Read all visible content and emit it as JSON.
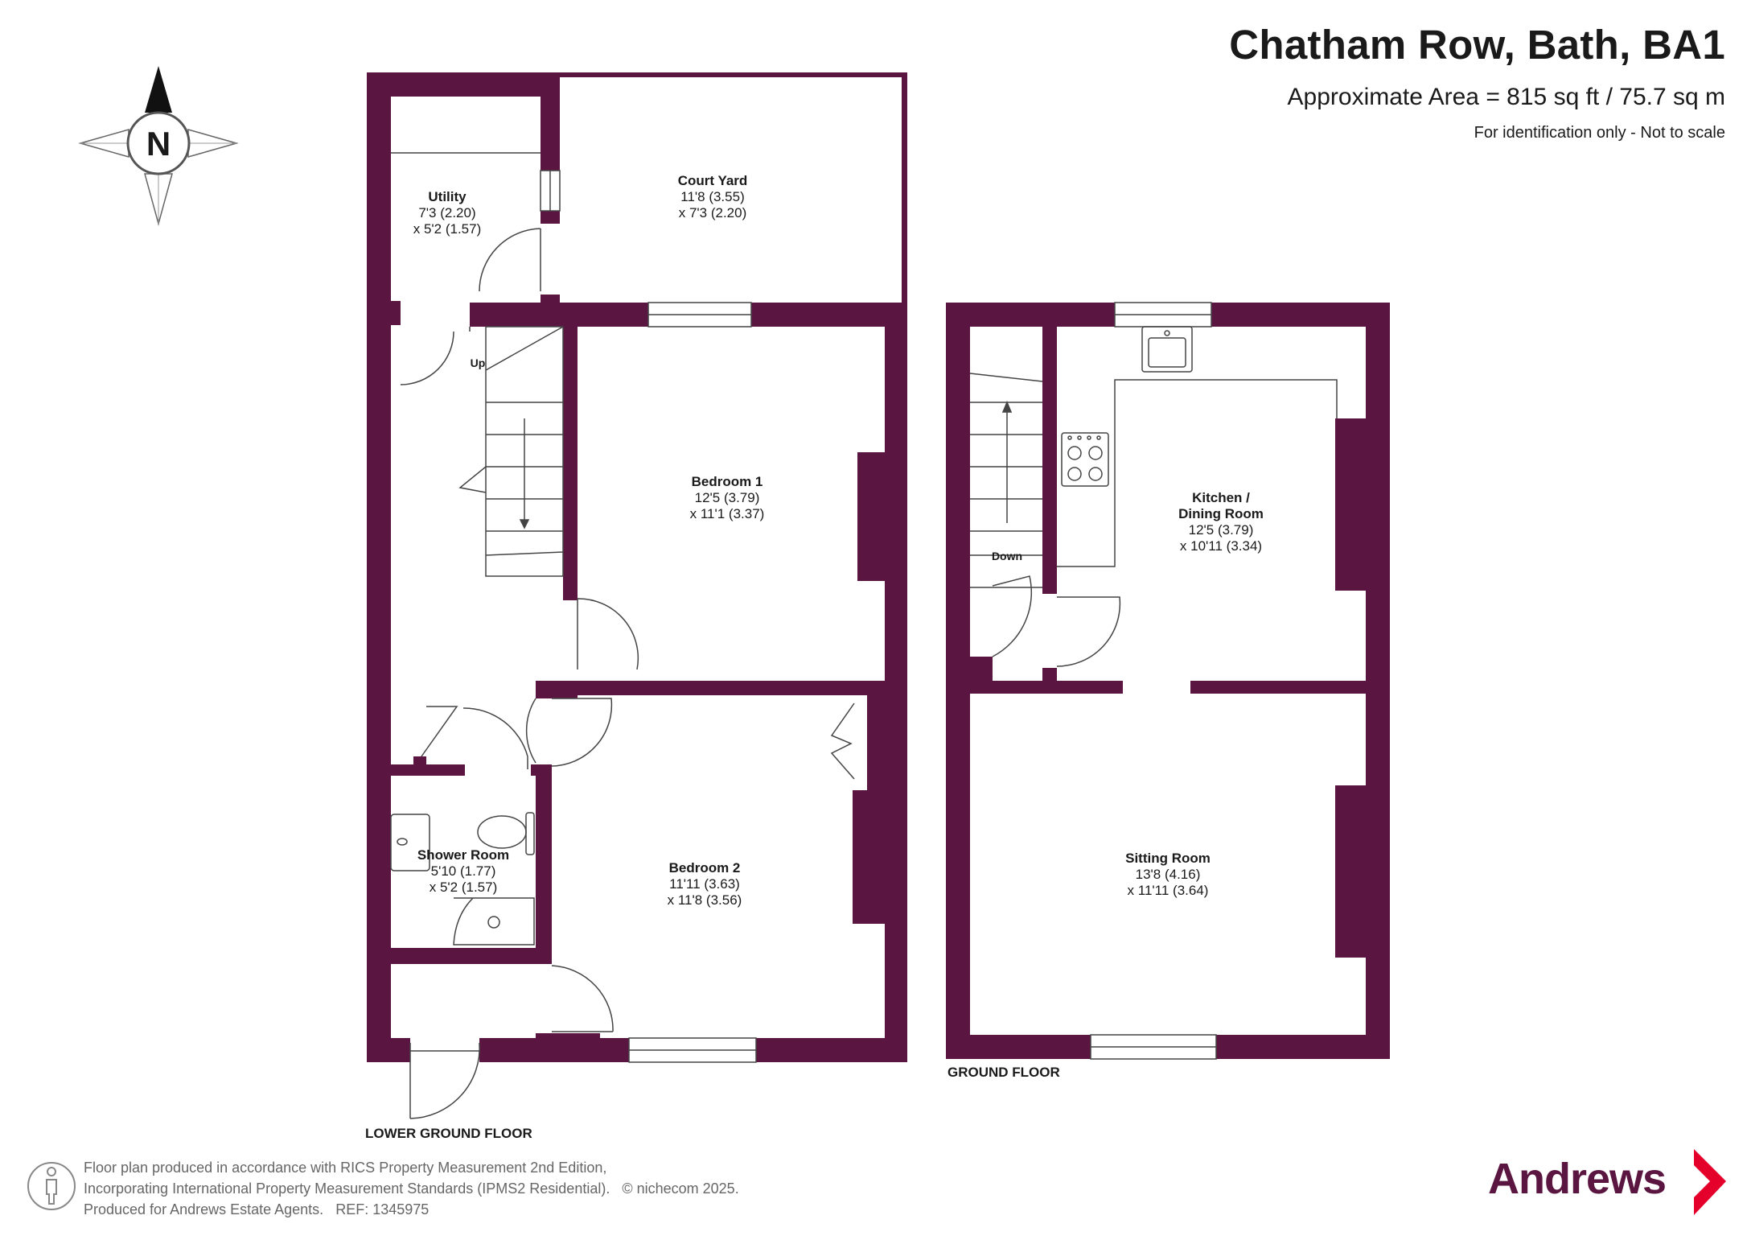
{
  "header": {
    "title": "Chatham Row, Bath, BA1",
    "area": "Approximate Area = 815 sq ft / 75.7 sq m",
    "note": "For identification only - Not to scale"
  },
  "compass": {
    "letter": "N"
  },
  "floors": {
    "lower": {
      "label": "LOWER GROUND FLOOR",
      "stairs": "Up",
      "rooms": [
        {
          "name": "Utility",
          "dim1": "7'3 (2.20)",
          "dim2": "x 5'2 (1.57)"
        },
        {
          "name": "Court Yard",
          "dim1": "11'8 (3.55)",
          "dim2": "x 7'3 (2.20)"
        },
        {
          "name": "Bedroom 1",
          "dim1": "12'5 (3.79)",
          "dim2": "x 11'1 (3.37)"
        },
        {
          "name": "Shower Room",
          "dim1": "5'10 (1.77)",
          "dim2": "x 5'2 (1.57)"
        },
        {
          "name": "Bedroom 2",
          "dim1": "11'11 (3.63)",
          "dim2": "x 11'8 (3.56)"
        }
      ]
    },
    "ground": {
      "label": "GROUND FLOOR",
      "stairs": "Down",
      "rooms": [
        {
          "name": "Kitchen /",
          "name2": "Dining Room",
          "dim1": "12'5 (3.79)",
          "dim2": "x 10'11 (3.34)"
        },
        {
          "name": "Sitting Room",
          "dim1": "13'8 (4.16)",
          "dim2": "x 11'11 (3.64)"
        }
      ]
    }
  },
  "footer": {
    "line1": "Floor plan produced in accordance with RICS Property Measurement 2nd Edition,",
    "line2": "Incorporating International Property Measurement Standards (IPMS2 Residential).",
    "copyright": "© nichecom 2025.",
    "line3": "Produced for Andrews Estate Agents.",
    "ref": "REF: 1345975"
  },
  "brand": {
    "name": "Andrews"
  },
  "colors": {
    "wall": "#5a1540",
    "brand": "#5a1540",
    "accent": "#e4002b"
  }
}
